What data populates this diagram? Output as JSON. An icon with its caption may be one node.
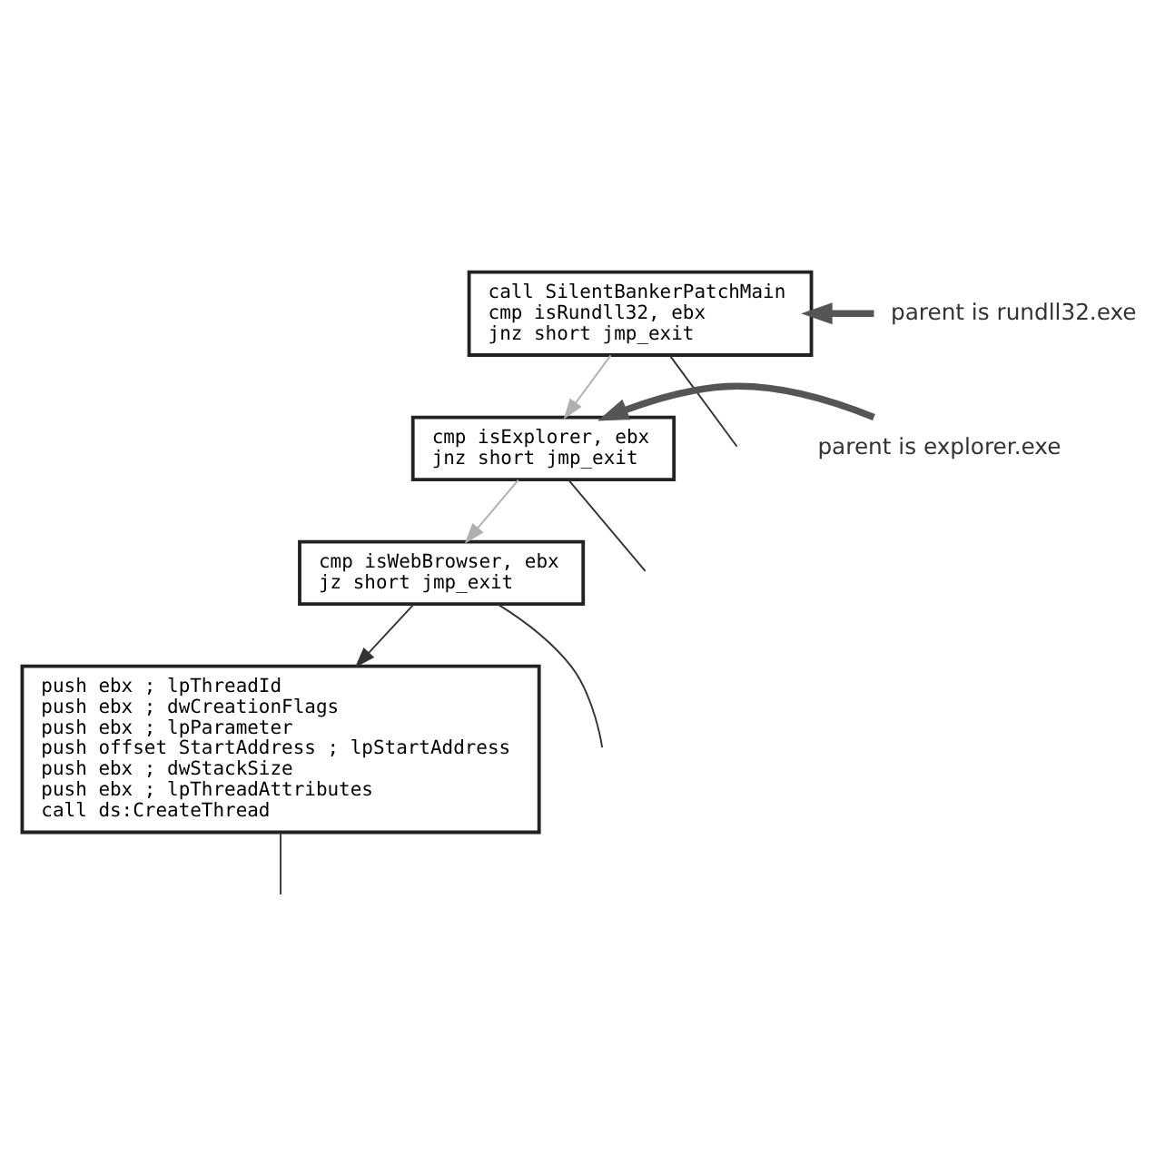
{
  "diagram": {
    "nodes": [
      {
        "text": [
          "call SilentBankerPatchMain",
          "cmp isRundll32, ebx",
          "jnz short jmp_exit"
        ]
      },
      {
        "text": [
          "cmp isExplorer, ebx",
          "jnz short jmp_exit"
        ]
      },
      {
        "text": [
          "cmp isWebBrowser, ebx",
          "jz short jmp_exit"
        ]
      },
      {
        "text": [
          "push ebx ; lpThreadId",
          "push ebx ; dwCreationFlags",
          "push ebx ; lpParameter",
          "push offset StartAddress ; lpStartAddress",
          "push ebx ; dwStackSize",
          "push ebx ; lpThreadAttributes",
          "call ds:CreateThread"
        ]
      },
      {
        "text": [
          "parent is rundll32.exe"
        ]
      },
      {
        "text": [
          "parent is explorer.exe"
        ]
      }
    ],
    "edges": [
      {
        "from": 0,
        "to": 1,
        "arrow": "to",
        "color": "#b0b0b0"
      },
      {
        "from": 0,
        "to": null,
        "arrow": "none"
      },
      {
        "from": 1,
        "to": 2,
        "arrow": "to",
        "color": "#b0b0b0"
      },
      {
        "from": 1,
        "to": null,
        "arrow": "none"
      },
      {
        "from": 2,
        "to": 3,
        "arrow": "to"
      },
      {
        "from": 2,
        "to": null,
        "arrow": "none"
      },
      {
        "from": 3,
        "to": null,
        "arrow": "none"
      },
      {
        "from": 4,
        "to": 0,
        "arrow": "to",
        "style": "thick",
        "color": "#555555"
      },
      {
        "from": 5,
        "to": 1,
        "arrow": "to",
        "style": "thick",
        "color": "#555555"
      }
    ]
  }
}
